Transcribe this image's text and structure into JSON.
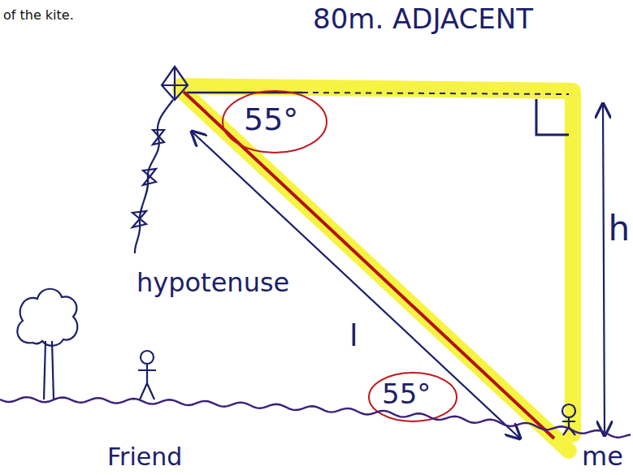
{
  "diagram": {
    "labels": [
      "of the kite.",
      "80m. ADJACENT",
      "55°",
      "hypotenuse",
      "l",
      "55°",
      "h",
      "Friend",
      "me"
    ]
  }
}
